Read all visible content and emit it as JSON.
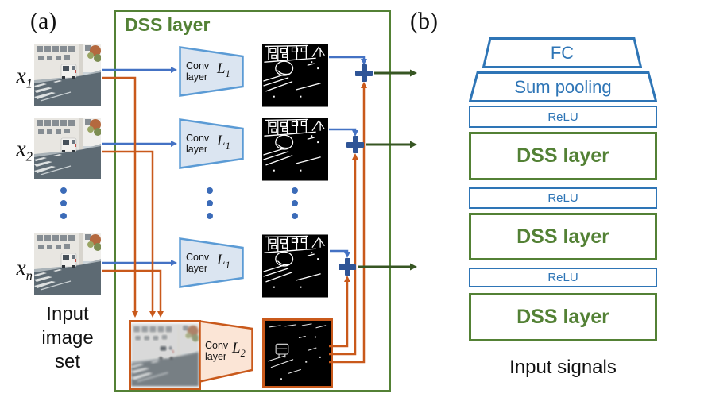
{
  "colors": {
    "green": "#538135",
    "dark_green": "#375623",
    "blue": "#4472C4",
    "conv1_border": "#5B9BD5",
    "conv1_fill": "#DBE5F1",
    "orange": "#C9591B",
    "conv2_fill": "#FBE5D6",
    "panel_b_blue": "#2E75B6",
    "plus_blue": "#2F5597"
  },
  "panel_a": {
    "label": "(a)",
    "dss_title": "DSS layer",
    "inputs": [
      {
        "base": "x",
        "sub": "1"
      },
      {
        "base": "x",
        "sub": "2"
      },
      {
        "base": "x",
        "sub": "n"
      }
    ],
    "caption_lines": [
      "Input",
      "image",
      "set"
    ],
    "conv_l1": {
      "word1": "Conv",
      "word2": "layer",
      "sym": "L",
      "sub": "1"
    },
    "conv_l2": {
      "word1": "Conv",
      "word2": "layer",
      "sym": "L",
      "sub": "2"
    }
  },
  "panel_b": {
    "label": "(b)",
    "layers": [
      {
        "label": "FC"
      },
      {
        "label": "Sum pooling"
      },
      {
        "label": "ReLU"
      },
      {
        "label": "DSS layer"
      },
      {
        "label": "ReLU"
      },
      {
        "label": "DSS layer"
      },
      {
        "label": "ReLU"
      },
      {
        "label": "DSS layer"
      }
    ],
    "caption": "Input signals"
  }
}
